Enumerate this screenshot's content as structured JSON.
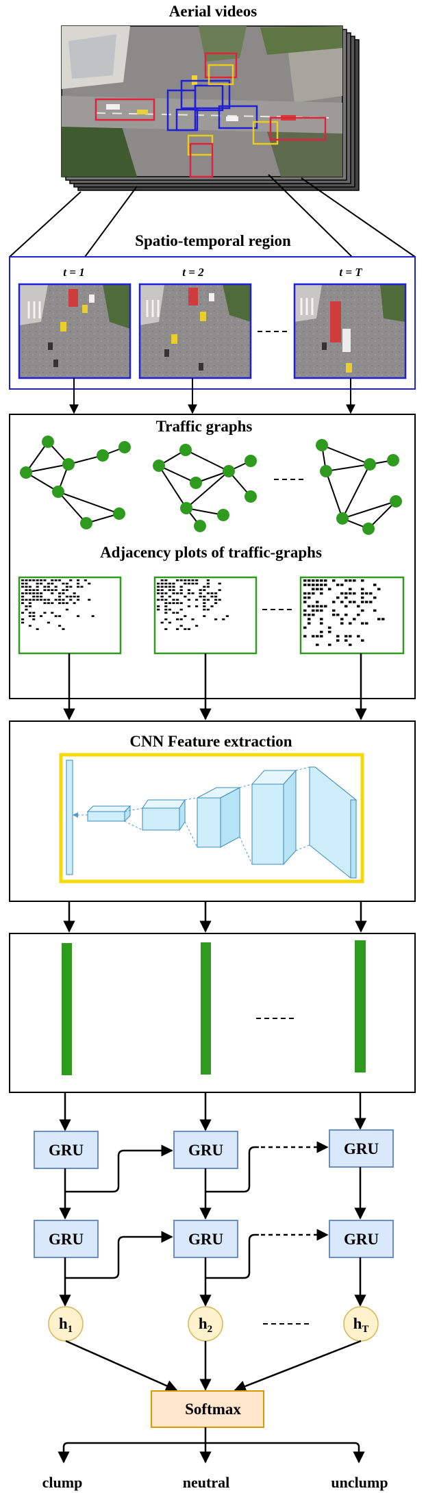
{
  "titles": {
    "aerial_videos": "Aerial videos",
    "spatio_temporal": "Spatio-temporal region",
    "traffic_graphs": "Traffic graphs",
    "adjacency_plots": "Adjacency plots of traffic-graphs",
    "cnn": "CNN Feature extraction"
  },
  "time_labels": [
    "t = 1",
    "t = 2",
    "t = T"
  ],
  "gru_label": "GRU",
  "hidden_states": [
    {
      "base": "h",
      "sub": "1"
    },
    {
      "base": "h",
      "sub": "2"
    },
    {
      "base": "h",
      "sub": "T"
    }
  ],
  "softmax_label": "Softmax",
  "outputs": [
    "clump",
    "neutral",
    "unclump"
  ],
  "colors": {
    "region_border": "#1f1fd6",
    "graph_node": "#2e9a1e",
    "adjacency_border": "#2e9a1e",
    "cnn_border": "#f5d90a",
    "cnn_block": "#cdeefa",
    "feature_bar": "#2e9a1e",
    "gru_fill": "#dae8fc",
    "gru_stroke": "#6c8ebf",
    "hidden_fill": "#fff2cc",
    "hidden_stroke": "#d6b656",
    "softmax_fill": "#ffe6cc",
    "softmax_stroke": "#d79b00"
  }
}
